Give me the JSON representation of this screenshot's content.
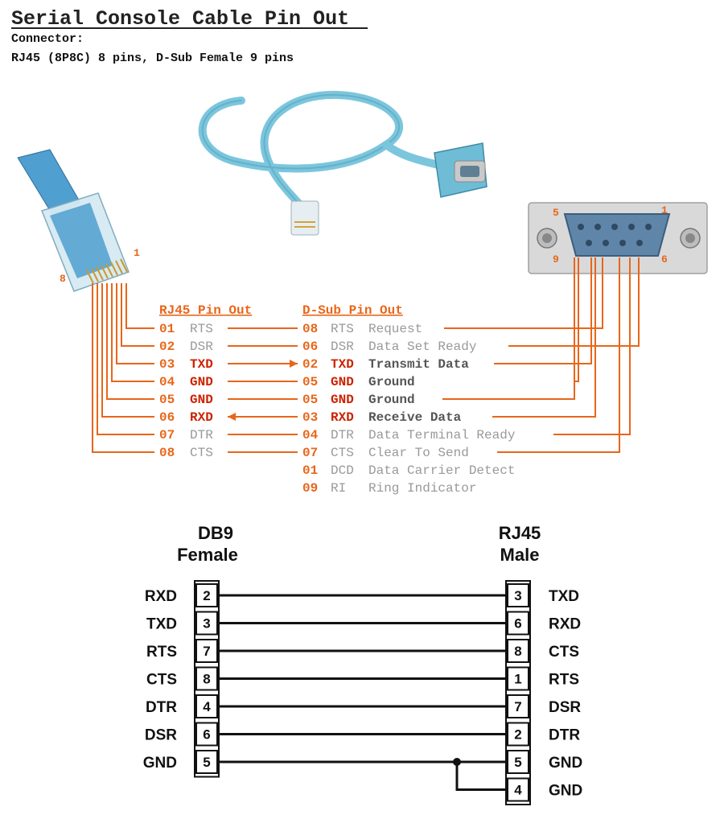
{
  "title": "Serial Console Cable Pin Out",
  "connector_label": "Connector:",
  "connector_desc": "RJ45 (8P8C) 8 pins, D-Sub Female 9 pins",
  "rj45_image_labels": {
    "left": "8",
    "right": "1"
  },
  "dsub_image_labels": {
    "top_left": "5",
    "top_right": "1",
    "bottom_left": "9",
    "bottom_right": "6"
  },
  "rj45_header": "RJ45 Pin Out",
  "dsub_header": "D-Sub Pin Out",
  "rj45_rows": [
    {
      "pin": "01",
      "signal": "RTS",
      "bold": false
    },
    {
      "pin": "02",
      "signal": "DSR",
      "bold": false
    },
    {
      "pin": "03",
      "signal": "TXD",
      "bold": true
    },
    {
      "pin": "04",
      "signal": "GND",
      "bold": true
    },
    {
      "pin": "05",
      "signal": "GND",
      "bold": true
    },
    {
      "pin": "06",
      "signal": "RXD",
      "bold": true
    },
    {
      "pin": "07",
      "signal": "DTR",
      "bold": false
    },
    {
      "pin": "08",
      "signal": "CTS",
      "bold": false
    }
  ],
  "dsub_rows": [
    {
      "pin": "08",
      "signal": "RTS",
      "desc": "Request",
      "bold": false
    },
    {
      "pin": "06",
      "signal": "DSR",
      "desc": "Data Set Ready",
      "bold": false
    },
    {
      "pin": "02",
      "signal": "TXD",
      "desc": "Transmit Data",
      "bold": true
    },
    {
      "pin": "05",
      "signal": "GND",
      "desc": "Ground",
      "bold": true
    },
    {
      "pin": "05",
      "signal": "GND",
      "desc": "Ground",
      "bold": true
    },
    {
      "pin": "03",
      "signal": "RXD",
      "desc": "Receive  Data",
      "bold": true
    },
    {
      "pin": "04",
      "signal": "DTR",
      "desc": "Data Terminal Ready",
      "bold": false
    },
    {
      "pin": "07",
      "signal": "CTS",
      "desc": "Clear To Send",
      "bold": false
    },
    {
      "pin": "01",
      "signal": "DCD",
      "desc": "Data Carrier Detect",
      "bold": false
    },
    {
      "pin": "09",
      "signal": "RI",
      "desc": "Ring Indicator",
      "bold": false
    }
  ],
  "db9_heading": {
    "line1": "DB9",
    "line2": "Female"
  },
  "rj45_heading": {
    "line1": "RJ45",
    "line2": "Male"
  },
  "wiring": [
    {
      "db9_label": "RXD",
      "db9_pin": "2",
      "rj45_pin": "3",
      "rj45_label": "TXD"
    },
    {
      "db9_label": "TXD",
      "db9_pin": "3",
      "rj45_pin": "6",
      "rj45_label": "RXD"
    },
    {
      "db9_label": "RTS",
      "db9_pin": "7",
      "rj45_pin": "8",
      "rj45_label": "CTS"
    },
    {
      "db9_label": "CTS",
      "db9_pin": "8",
      "rj45_pin": "1",
      "rj45_label": "RTS"
    },
    {
      "db9_label": "DTR",
      "db9_pin": "4",
      "rj45_pin": "7",
      "rj45_label": "DSR"
    },
    {
      "db9_label": "DSR",
      "db9_pin": "6",
      "rj45_pin": "2",
      "rj45_label": "DTR"
    },
    {
      "db9_label": "GND",
      "db9_pin": "5",
      "rj45_pin": "5",
      "rj45_label": "GND"
    }
  ],
  "wiring_extra": {
    "rj45_pin": "4",
    "rj45_label": "GND"
  },
  "colors": {
    "accent": "#e8661a",
    "signal_red": "#cc2200",
    "muted": "#999999",
    "cable_blue": "#7cc6dd",
    "wire": "#111111"
  }
}
